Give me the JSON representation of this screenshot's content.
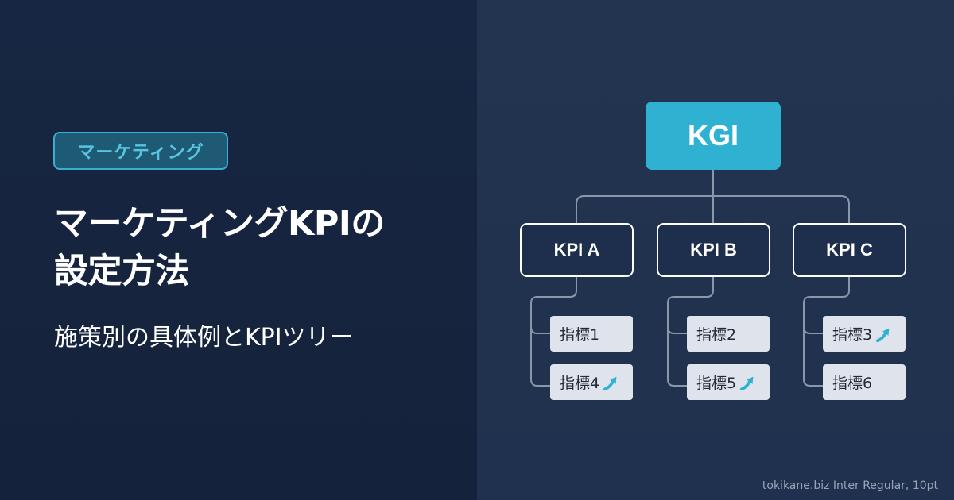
{
  "colors": {
    "left_background": "#172642",
    "right_background": "#1f3150",
    "accent": "#2fb2d2",
    "badge_text": "#58c4e0",
    "metric_box": "#dfe4ec",
    "connector": "#8a97ab"
  },
  "hero": {
    "category": "マーケティング",
    "title_line1": "マーケティングKPIの",
    "title_line2": "設定方法",
    "subtitle": "施策別の具体例とKPIツリー"
  },
  "diagram": {
    "root": {
      "label": "KGI"
    },
    "kpis": [
      {
        "label": "KPI A",
        "metrics": [
          {
            "label": "指標1",
            "trend": null
          },
          {
            "label": "指標4",
            "trend": "up-arrow"
          }
        ]
      },
      {
        "label": "KPI B",
        "metrics": [
          {
            "label": "指標2",
            "trend": null
          },
          {
            "label": "指標5",
            "trend": "up-arrow"
          }
        ]
      },
      {
        "label": "KPI C",
        "metrics": [
          {
            "label": "指標3",
            "trend": "up-arrow"
          },
          {
            "label": "指標6",
            "trend": null
          }
        ]
      }
    ]
  },
  "footer": {
    "note": "tokikane.biz Inter Regular, 10pt"
  }
}
